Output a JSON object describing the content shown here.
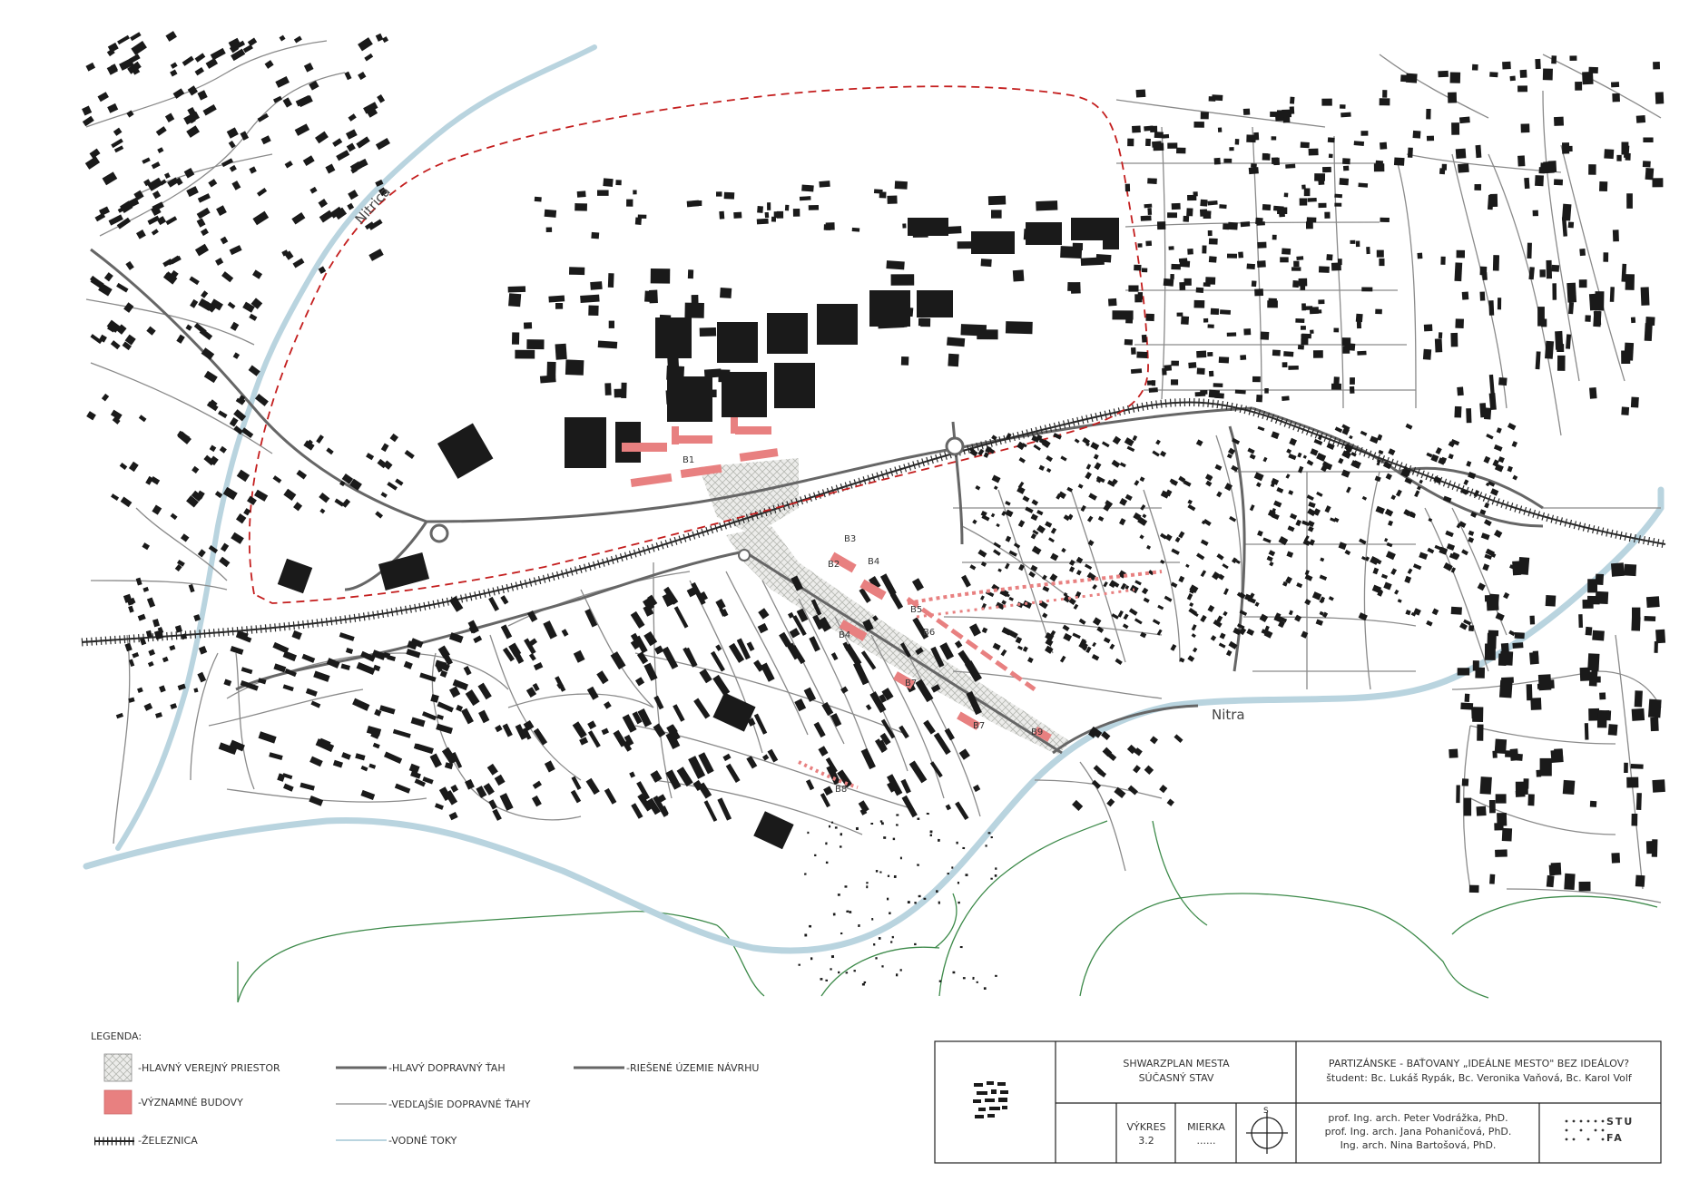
{
  "map": {
    "rivers": {
      "nitrica": "Nitrica",
      "nitra": "Nitra"
    },
    "buildings": [
      "B1",
      "B2",
      "B3",
      "B4",
      "B4",
      "B5",
      "B6",
      "B7",
      "B7",
      "B8",
      "B9"
    ],
    "colors": {
      "building": "#1a1a1a",
      "significant": "#e88080",
      "river": "#b9d4df",
      "boundary": "#c41e1e",
      "road_main": "#666666",
      "road_minor": "#8a8a8a",
      "contour": "#3d8a4a",
      "railway": "#2a2a2a",
      "public_space": "#d9dcd6"
    }
  },
  "legend": {
    "title": "LEGENDA:",
    "items": {
      "public_space": "-HLAVNÝ VEREJNÝ PRIESTOR",
      "significant_buildings": "-VÝZNAMNÉ BUDOVY",
      "railway": "-ŽELEZNICA",
      "main_road": "-HLAVÝ DOPRAVNÝ ŤAH",
      "secondary_roads": "-VEDĽAJŠIE DOPRAVNÉ ŤAHY",
      "water": "-VODNÉ TOKY",
      "design_area": "-RIEŠENÉ ÚZEMIE NÁVRHU"
    }
  },
  "title_block": {
    "drawing_title_1": "SHWARZPLAN MESTA",
    "drawing_title_2": "SÚČASNÝ STAV",
    "project_title": "PARTIZÁNSKE - BAŤOVANY „IDEÁLNE MESTO\" BEZ IDEÁLOV?",
    "students": "študent: Bc. Lukáš Rypák, Bc. Veronika Vaňová, Bc. Karol Volf",
    "drawing_label": "VÝKRES",
    "drawing_number": "3.2",
    "scale_label": "MIERKA",
    "scale_value": "......",
    "north_letter": "S",
    "teacher_1": "prof. Ing. arch. Peter Vodrážka, PhD.",
    "teacher_2": "prof. Ing. arch. Jana Pohaničová, PhD.",
    "teacher_3": "Ing. arch. Nina Bartošová, PhD.",
    "logo_text_1": "STU",
    "logo_text_2": "FA"
  }
}
